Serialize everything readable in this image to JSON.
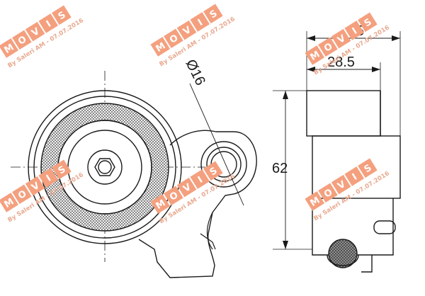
{
  "dimensions": {
    "width_total": "35",
    "width_body": "28.5",
    "height": "62",
    "pulley_bore_diameter": "Ø16"
  },
  "watermark": {
    "letters": [
      "M",
      "O",
      "V",
      "I",
      "S"
    ],
    "sub": "By Saleri AM - 07.07.2016"
  },
  "colors": {
    "line": "#1a1a1a",
    "watermark_box": "#f4a07f",
    "watermark_sub": "#e8a98f",
    "hatch": "#555555"
  }
}
